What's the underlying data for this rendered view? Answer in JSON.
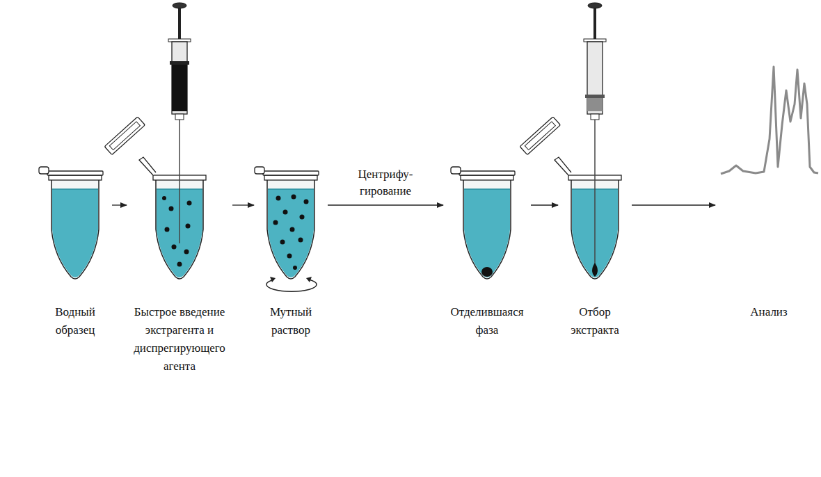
{
  "diagram": {
    "nodes": [
      {
        "text": [
          "Водный образец"
        ]
      },
      {
        "text": [
          "Быстрое введение экстрагента и диспрегирующего агента"
        ]
      },
      {
        "text": [
          "Мутный раствор"
        ]
      },
      {
        "text": [
          "Отделившаяся фаза"
        ]
      },
      {
        "text": [
          "Отбор экстракта"
        ]
      },
      {
        "text": [
          "Анализ"
        ]
      }
    ],
    "edges": [
      {
        "from": 0,
        "to": 1,
        "arrow": "to"
      },
      {
        "from": 1,
        "to": 2,
        "arrow": "to"
      },
      {
        "from": 2,
        "to": 3,
        "arrow": "to",
        "label": "Центрифу- гирование"
      },
      {
        "from": 3,
        "to": 4,
        "arrow": "to"
      },
      {
        "from": 4,
        "to": 5,
        "arrow": "to"
      }
    ]
  }
}
